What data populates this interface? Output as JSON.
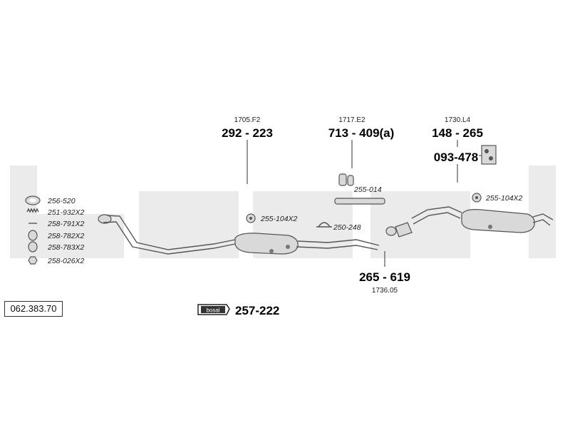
{
  "catalog_number": "062.383.70",
  "watermark": "bosal",
  "assemblies": [
    {
      "ref": "1705.F2",
      "code": "292 - 223"
    },
    {
      "ref": "1717.E2",
      "code": "713 - 409(a)"
    },
    {
      "ref": "1730.L4",
      "code": "148 - 265"
    },
    {
      "ref": "1736.05",
      "code": "265 - 619"
    }
  ],
  "bracket_code": "093-478",
  "brand_plate": {
    "logo": "bosal",
    "code": "257-222"
  },
  "small_parts": [
    {
      "code": "255-014"
    },
    {
      "code": "255-104X2"
    },
    {
      "code": "250-248"
    },
    {
      "code": "255-104X2"
    }
  ],
  "fitting_kit": [
    {
      "code": "256-520"
    },
    {
      "code": "251-932X2"
    },
    {
      "code": "258-791X2"
    },
    {
      "code": "258-782X2"
    },
    {
      "code": "258-783X2"
    },
    {
      "code": "258-026X2"
    }
  ],
  "colors": {
    "watermark": "#ebebeb",
    "line": "#333333",
    "part_fill": "#d9d9d9"
  }
}
